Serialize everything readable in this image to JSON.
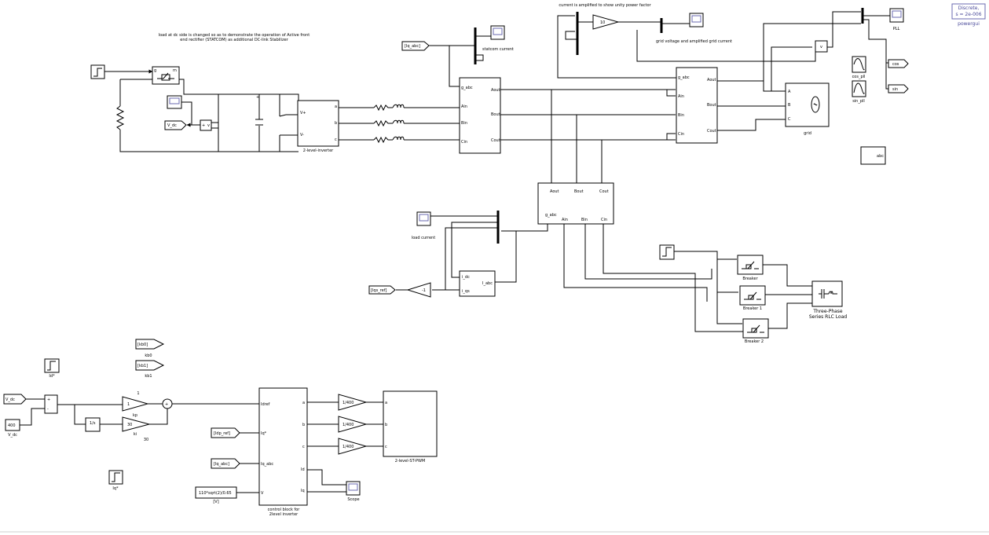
{
  "discrete": {
    "line1": "Discrete,",
    "line2": "s = 2e-006",
    "label": "powergui"
  },
  "notes": {
    "top_center": "current is amplified to show unity power factor",
    "dc_line1": "load at dc side is changed so as to demonstrate the operation of Active front",
    "dc_line2": "end rectifier (STATCOM) as additional DC-link Stabilizer"
  },
  "labels": {
    "inverter": "2-level-inverter",
    "statcom_current": "statcom current",
    "grid_voltage": "grid voltage and amplified grid current",
    "pll": "PLL",
    "grid": "grid",
    "cos_pll": "cos_pll",
    "sin_pll": "sin_pll",
    "cos_tag": "cos",
    "sin_tag": "sin",
    "load_current": "load current",
    "breaker": "Breaker",
    "breaker1": "Breaker 1",
    "breaker2": "Breaker 2",
    "rlc_line1": "Three-Phase",
    "rlc_line2": "Series RLC Load",
    "control_line1": "control block for",
    "control_line2": "2level inverter",
    "pwm": "2-level-ST-PWM",
    "scope": "Scope",
    "kp": "kp",
    "ki": "ki",
    "kb0": "kb0",
    "kb1": "kb1",
    "id_star": "Id*",
    "iq_star": "Iq*",
    "v_dc_label": "V_dc",
    "one": "1",
    "thirty": "30",
    "v_label": "[V]",
    "gain10": "10",
    "ghost_adc": "abc"
  },
  "tags": {
    "iq_abc_top": "[Iq_abc]",
    "v_dc_goto": "V_dc",
    "idp_ref": "[Idp_ref]",
    "v_dc_from": "V_dc",
    "iqs_ref": "[Iqs_ref]",
    "iq_abc_ctrl": "[Iq_abc]",
    "kb0_from": "[kb0]",
    "kb1_from": "[kb1]",
    "const_400": "400",
    "vexpr": "110*sqrt(2)/0.65",
    "gain_400a": "1/400",
    "gain_400b": "1/400",
    "gain_400c": "1/400",
    "gain_neg1": "-1"
  },
  "ports": {
    "meas": [
      "g_abc",
      "Ain",
      "Bin",
      "Cin",
      "Aout",
      "Bout",
      "Cout"
    ],
    "inv_in": [
      "V+",
      "V-"
    ],
    "inv_out": [
      "a",
      "b",
      "c"
    ],
    "grid_ports": [
      "A",
      "B",
      "C"
    ],
    "ctrl_in": [
      "Idref",
      "Iq*",
      "Iq_abc",
      "V"
    ],
    "ctrl_out": [
      "a",
      "b",
      "c",
      "Id",
      "Iq"
    ],
    "pwm_in": [
      "a",
      "b",
      "c"
    ],
    "rect": [
      "i_dc",
      "i_qs",
      "I_abc"
    ],
    "sw": [
      "m",
      "g"
    ],
    "sum": [
      "+",
      "-"
    ]
  }
}
